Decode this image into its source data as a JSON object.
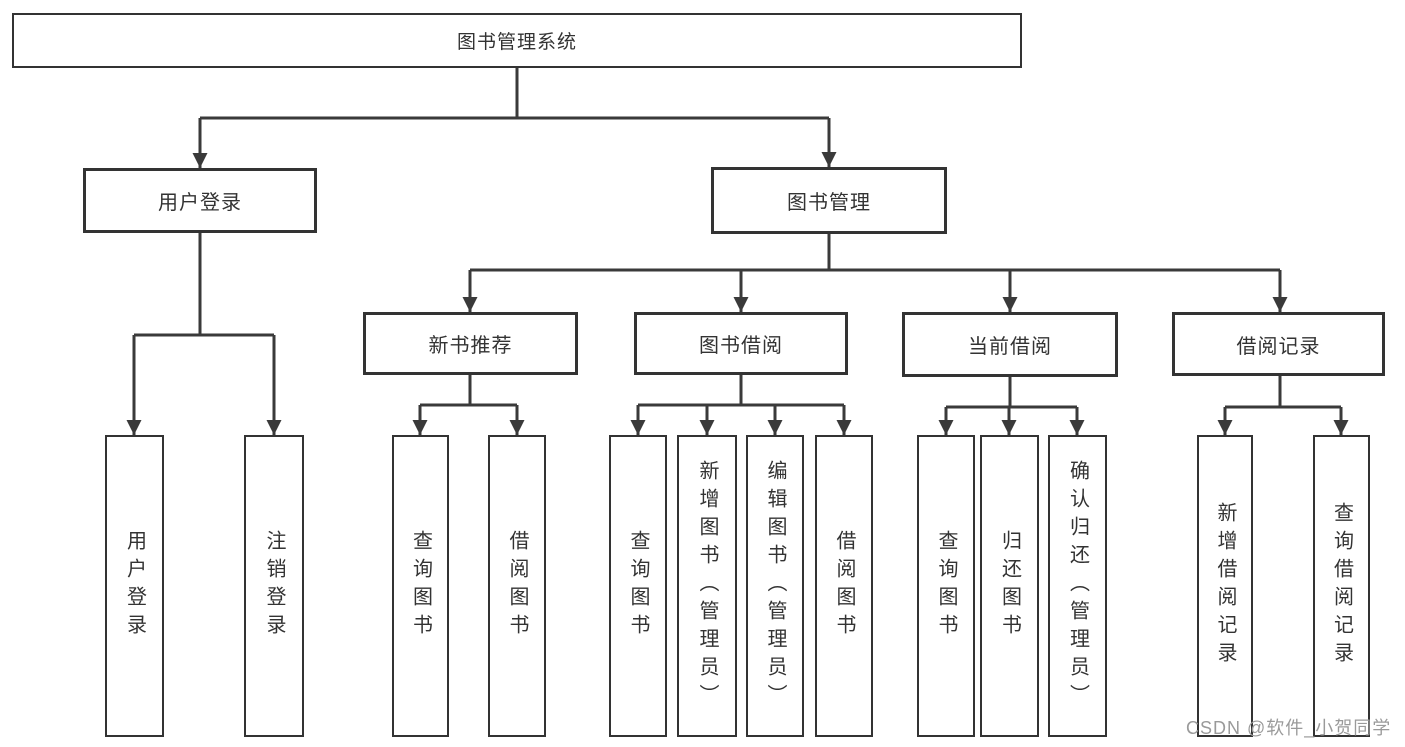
{
  "diagram": {
    "root_label": "图书管理系统",
    "branches": [
      {
        "label": "用户登录",
        "leaves": [
          "用户登录",
          "注销登录"
        ]
      },
      {
        "label": "图书管理",
        "sections": [
          {
            "label": "新书推荐",
            "leaves": [
              "查询图书",
              "借阅图书"
            ]
          },
          {
            "label": "图书借阅",
            "leaves": [
              "查询图书",
              "新增图书（管理员）",
              "编辑图书（管理员）",
              "借阅图书"
            ]
          },
          {
            "label": "当前借阅",
            "leaves": [
              "查询图书",
              "归还图书",
              "确认归还（管理员）"
            ]
          },
          {
            "label": "借阅记录",
            "leaves": [
              "新增借阅记录",
              "查询借阅记录"
            ]
          }
        ]
      }
    ],
    "colors": {
      "line": "#3a3a3a",
      "border": "#333333",
      "text": "#333333",
      "watermark": "#9a9a9a",
      "background": "#ffffff"
    }
  },
  "watermark": {
    "text": "CSDN @软件_小贺同学"
  }
}
